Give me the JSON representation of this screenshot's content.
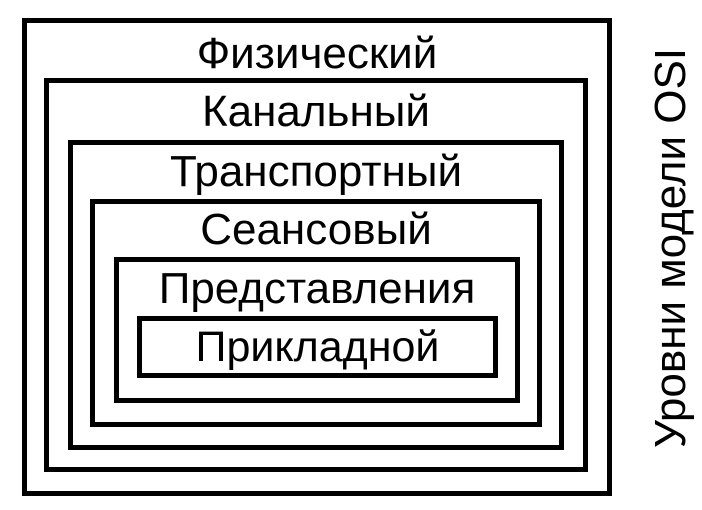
{
  "diagram": {
    "side_title": "Уровни модели OSI",
    "layers": [
      "Физический",
      "Канальный",
      "Транспортный",
      "Сеансовый",
      "Представления",
      "Прикладной"
    ]
  }
}
